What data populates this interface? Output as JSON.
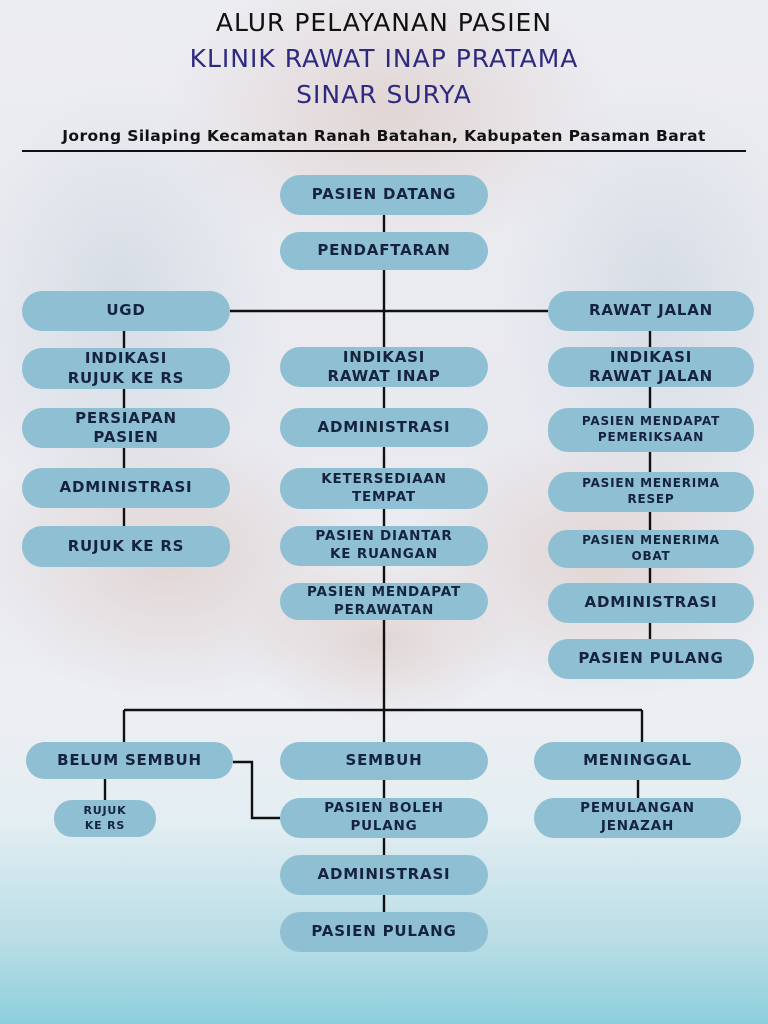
{
  "header": {
    "title_1": "ALUR PELAYANAN PASIEN",
    "title_2": "KLINIK RAWAT INAP PRATAMA",
    "title_3": "SINAR SURYA",
    "subtitle": "Jorong Silaping Kecamatan Ranah Batahan, Kabupaten Pasaman Barat"
  },
  "colors": {
    "node": "#8fbfd3",
    "line": "#111111",
    "title_accent": "#2e2a80"
  },
  "flow": {
    "top": [
      "PASIEN DATANG",
      "PENDAFTARAN"
    ],
    "ugd": [
      "UGD",
      "INDIKASI\nRUJUK KE RS",
      "PERSIAPAN\nPASIEN",
      "ADMINISTRASI",
      "RUJUK KE RS"
    ],
    "rawat_inap": [
      "INDIKASI\nRAWAT INAP",
      "ADMINISTRASI",
      "KETERSEDIAAN\nTEMPAT",
      "PASIEN DIANTAR\nKE RUANGAN",
      "PASIEN MENDAPAT\nPERAWATAN"
    ],
    "rawat_jalan": [
      "RAWAT JALAN",
      "INDIKASI\nRAWAT JALAN",
      "PASIEN MENDAPAT\nPEMERIKSAAN",
      "PASIEN MENERIMA\nRESEP",
      "PASIEN MENERIMA\nOBAT",
      "ADMINISTRASI",
      "PASIEN PULANG"
    ],
    "outcome": {
      "belum_sembuh": [
        "BELUM SEMBUH",
        "RUJUK\nKE RS"
      ],
      "sembuh": [
        "SEMBUH",
        "PASIEN BOLEH\nPULANG",
        "ADMINISTRASI",
        "PASIEN PULANG"
      ],
      "meninggal": [
        "MENINGGAL",
        "PEMULANGAN\nJENAZAH"
      ]
    }
  }
}
